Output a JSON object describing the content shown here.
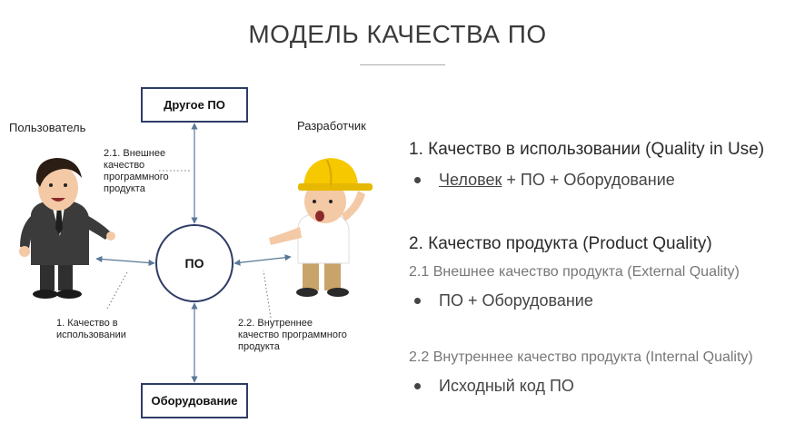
{
  "title": "МОДЕЛЬ КАЧЕСТВА ПО",
  "diagram": {
    "center": "ПО",
    "top_box": "Другое ПО",
    "bottom_box": "Оборудование",
    "user": "Пользователь",
    "developer": "Разработчик",
    "label_external": [
      "2.1. Внешнее",
      "качество",
      "программного",
      "продукта"
    ],
    "label_use": [
      "1. Качество в",
      "использовании"
    ],
    "label_internal": [
      "2.2. Внутреннее",
      "качество программного",
      "продукта"
    ]
  },
  "list": {
    "h1": "1. Качество в использовании (Quality in Use)",
    "b1_underlined": "Человек",
    "b1_rest": " + ПО + Оборудование",
    "h2": "2. Качество продукта (Product Quality)",
    "s21": "2.1 Внешнее качество продукта (External Quality)",
    "b2": "ПО + Оборудование",
    "s22": "2.2 Внутреннее качество продукта (Internal Quality)",
    "b3": "Исходный код ПО"
  },
  "colors": {
    "box_border": "#2e3c66",
    "arrow": "#5a7896",
    "helmet": "#f5c800"
  }
}
